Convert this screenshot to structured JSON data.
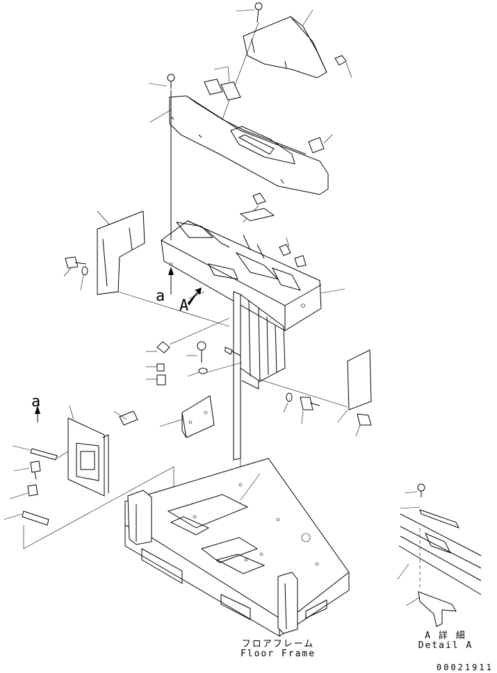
{
  "callouts": {
    "a_upper": "a",
    "A_upper": "A",
    "a_left": "a"
  },
  "captions": {
    "floor_frame_jp": "フロアフレーム",
    "floor_frame_en": "Floor Frame",
    "detail_jp": "A 詳 細",
    "detail_en": "Detail A"
  },
  "document_number": "00021911"
}
